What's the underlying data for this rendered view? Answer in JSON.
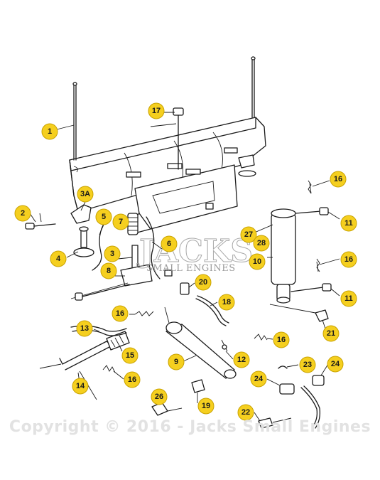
{
  "watermark": {
    "brand": "JACKS",
    "registered": "®",
    "subtitle": "SMALL ENGINES",
    "copyright": "Copyright © 2016 - Jacks Small Engines"
  },
  "callouts": [
    "1",
    "2",
    "3A",
    "4",
    "5",
    "6",
    "7",
    "3",
    "8",
    "17",
    "27",
    "28",
    "10",
    "16",
    "11",
    "16",
    "11",
    "20",
    "18",
    "21",
    "16",
    "13",
    "15",
    "9",
    "12",
    "16",
    "14",
    "16",
    "23",
    "24",
    "24",
    "26",
    "19",
    "22"
  ]
}
